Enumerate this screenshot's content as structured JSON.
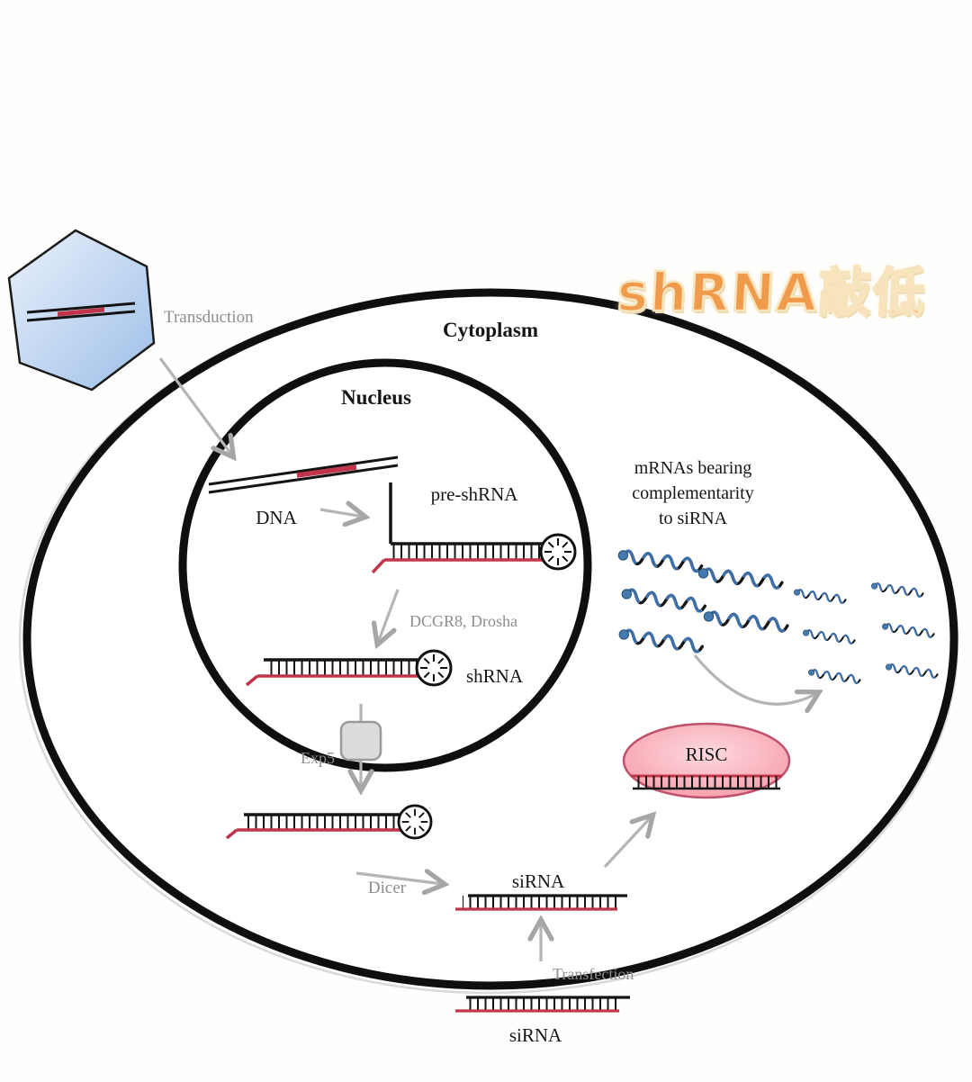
{
  "title": "shRNA敲低",
  "cell": {
    "cytoplasm_label": "Cytoplasm",
    "nucleus_label": "Nucleus"
  },
  "labels": {
    "transduction": "Transduction",
    "dna": "DNA",
    "pre_shrna": "pre-shRNA",
    "drosha": "DCGR8, Drosha",
    "shrna": "shRNA",
    "exp5": "Exp5",
    "dicer": "Dicer",
    "sirna_mid": "siRNA",
    "transfection": "Transfection",
    "sirna_bottom": "siRNA",
    "risc": "RISC",
    "mrna_line1": "mRNAs bearing",
    "mrna_line2": "complementarity",
    "mrna_line3": "to siRNA"
  },
  "colors": {
    "strand_red": "#c2344a",
    "mrna_blue": "#3e6fa8",
    "risc_pink": "#f9aab4",
    "risc_stroke": "#c0516a",
    "virus_blue": "#c9dbf4",
    "arrow_gray": "#b5b5b5",
    "membrane_black": "#0f0f0f",
    "title_orange": "#f09a4b"
  }
}
